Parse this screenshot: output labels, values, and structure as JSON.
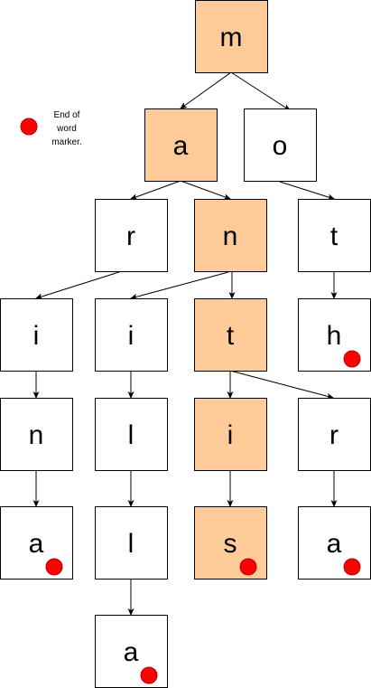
{
  "colors": {
    "highlight_fill": "#FFCC99",
    "plain_fill": "#FFFFFF",
    "stroke": "#000000",
    "marker": "#FF0000",
    "marker_stroke": "#B20000"
  },
  "legend": {
    "lines": [
      "End of",
      "word",
      "marker."
    ]
  },
  "nodes": [
    {
      "id": "m",
      "letter": "m",
      "highlight": true,
      "end": false
    },
    {
      "id": "a1",
      "letter": "a",
      "highlight": true,
      "end": false
    },
    {
      "id": "o",
      "letter": "o",
      "highlight": false,
      "end": false
    },
    {
      "id": "r1",
      "letter": "r",
      "highlight": false,
      "end": false
    },
    {
      "id": "n1",
      "letter": "n",
      "highlight": true,
      "end": false
    },
    {
      "id": "t1",
      "letter": "t",
      "highlight": false,
      "end": false
    },
    {
      "id": "i1",
      "letter": "i",
      "highlight": false,
      "end": false
    },
    {
      "id": "i2",
      "letter": "i",
      "highlight": false,
      "end": false
    },
    {
      "id": "t2",
      "letter": "t",
      "highlight": true,
      "end": false
    },
    {
      "id": "h",
      "letter": "h",
      "highlight": false,
      "end": true
    },
    {
      "id": "n2",
      "letter": "n",
      "highlight": false,
      "end": false
    },
    {
      "id": "l1",
      "letter": "l",
      "highlight": false,
      "end": false
    },
    {
      "id": "i3",
      "letter": "i",
      "highlight": true,
      "end": false
    },
    {
      "id": "r2",
      "letter": "r",
      "highlight": false,
      "end": false
    },
    {
      "id": "a2",
      "letter": "a",
      "highlight": false,
      "end": true
    },
    {
      "id": "l2",
      "letter": "l",
      "highlight": false,
      "end": false
    },
    {
      "id": "s",
      "letter": "s",
      "highlight": true,
      "end": true
    },
    {
      "id": "a3",
      "letter": "a",
      "highlight": false,
      "end": true
    },
    {
      "id": "a4",
      "letter": "a",
      "highlight": false,
      "end": true
    }
  ],
  "edges": [
    [
      "m",
      "a1"
    ],
    [
      "m",
      "o"
    ],
    [
      "a1",
      "r1"
    ],
    [
      "a1",
      "n1"
    ],
    [
      "o",
      "t1"
    ],
    [
      "r1",
      "i1"
    ],
    [
      "n1",
      "i2"
    ],
    [
      "n1",
      "t2"
    ],
    [
      "t1",
      "h"
    ],
    [
      "i1",
      "n2"
    ],
    [
      "i2",
      "l1"
    ],
    [
      "t2",
      "i3"
    ],
    [
      "t2",
      "r2"
    ],
    [
      "n2",
      "a2"
    ],
    [
      "l1",
      "l2"
    ],
    [
      "i3",
      "s"
    ],
    [
      "r2",
      "a3"
    ],
    [
      "l2",
      "a4"
    ]
  ]
}
